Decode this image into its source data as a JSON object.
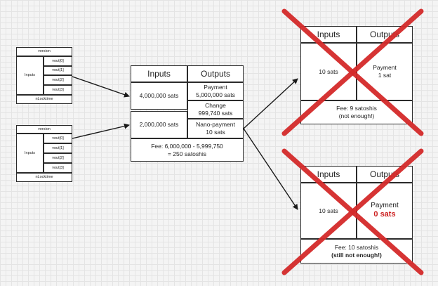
{
  "small_tx_1": {
    "version": "version",
    "inputs": "Inputs",
    "vouts": [
      "vout[0]",
      "vout[1]",
      "vout[2]",
      "vout[3]"
    ],
    "locktime": "nLocktime"
  },
  "small_tx_2": {
    "version": "version",
    "inputs": "Inputs",
    "vouts": [
      "vout[0]",
      "vout[1]",
      "vout[2]",
      "vout[3]"
    ],
    "locktime": "nLocktime"
  },
  "main_tx": {
    "inputs_header": "Inputs",
    "outputs_header": "Outputs",
    "inputs": [
      "4,000,000 sats",
      "2,000,000 sats"
    ],
    "outputs": [
      {
        "line1": "Payment",
        "line2": "5,000,000 sats"
      },
      {
        "line1": "Change",
        "line2": "999,740 sats"
      },
      {
        "line1": "Nano-payment",
        "line2": "10 sats"
      }
    ],
    "fee_line1": "Fee: 6,000,000 - 5,999,750",
    "fee_line2": "= 250 satoshis"
  },
  "tx_top": {
    "inputs_header": "Inputs",
    "outputs_header": "Outputs",
    "input": "10 sats",
    "output_line1": "Payment",
    "output_line2": "1 sat",
    "fee_line1": "Fee: 9 satoshis",
    "fee_line2": "(not enough!)"
  },
  "tx_bottom": {
    "inputs_header": "Inputs",
    "outputs_header": "Outputs",
    "input": "10 sats",
    "output_line1": "Payment",
    "output_line2": "0 sats",
    "fee_line1": "Fee: 10 satoshis",
    "fee_line2": "(still not enough!)"
  },
  "colors": {
    "cross": "#d42a2a",
    "line": "#1a1a1a",
    "highlight_text": "#cc1f1f"
  }
}
